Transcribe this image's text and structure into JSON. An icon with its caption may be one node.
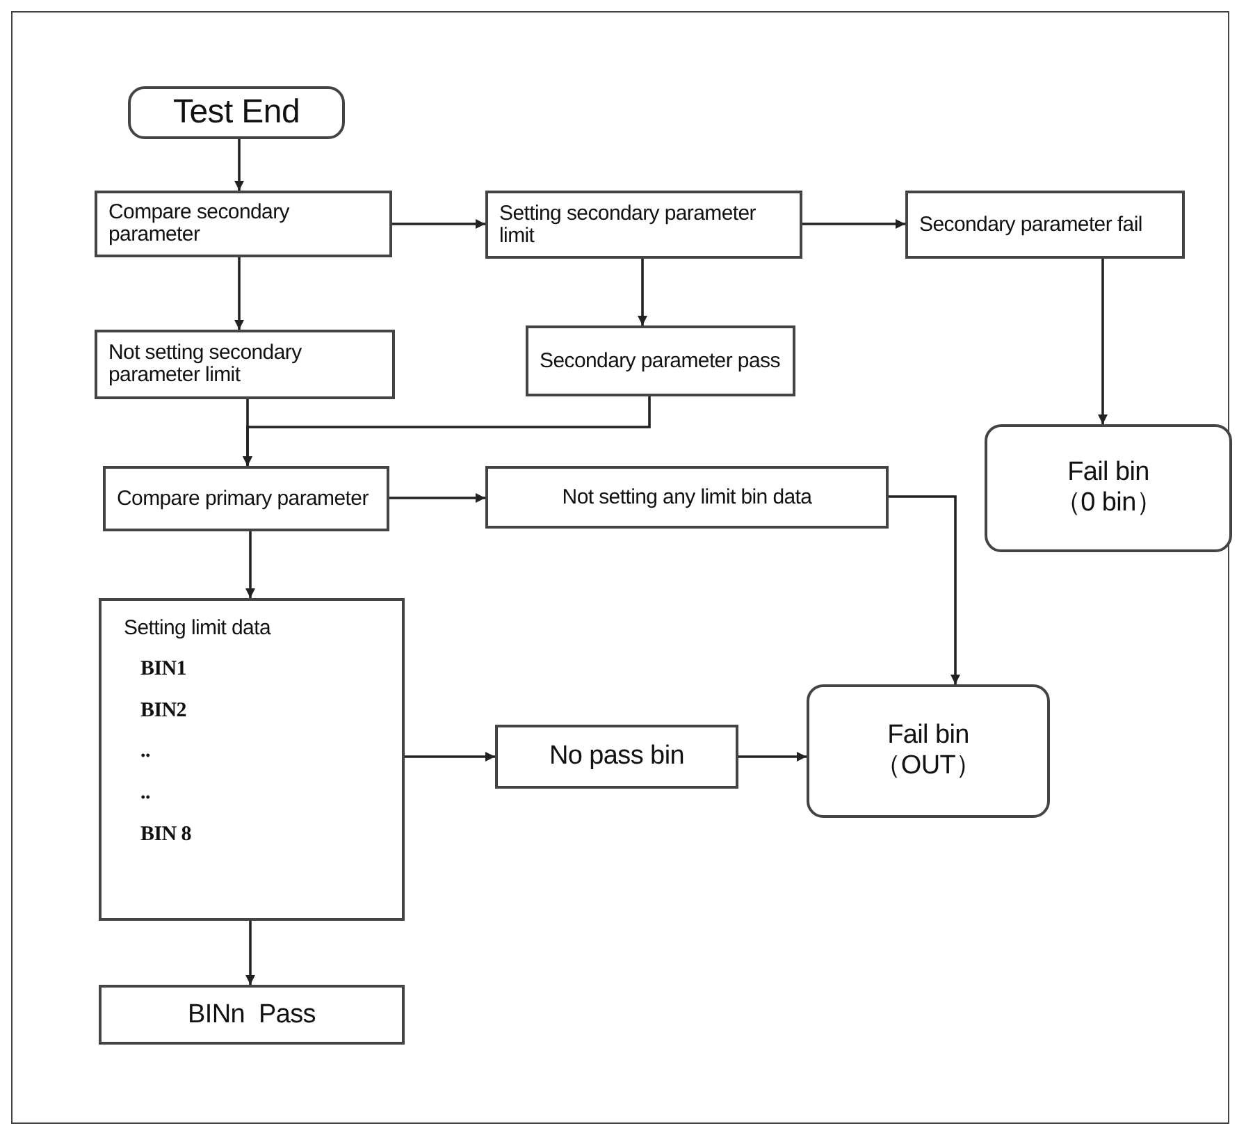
{
  "diagram": {
    "nodes": [
      {
        "text": [
          "Test End"
        ]
      },
      {
        "text": [
          "Compare secondary parameter"
        ]
      },
      {
        "text": [
          "Setting secondary parameter limit"
        ]
      },
      {
        "text": [
          "Secondary parameter fail"
        ]
      },
      {
        "text": [
          "Not setting secondary parameter limit"
        ]
      },
      {
        "text": [
          "Secondary parameter pass"
        ]
      },
      {
        "text": [
          "Compare primary parameter"
        ]
      },
      {
        "text": [
          "Not setting any limit bin data"
        ]
      },
      {
        "text": [
          "Fail bin",
          "（0 bin）"
        ]
      },
      {
        "text": [
          "Setting limit data",
          "BIN1",
          "BIN2",
          "..",
          "..",
          "BIN 8"
        ]
      },
      {
        "text": [
          "No pass bin"
        ]
      },
      {
        "text": [
          "Fail bin",
          "（OUT）"
        ]
      },
      {
        "text": [
          "BINn  Pass"
        ]
      }
    ],
    "edges": [
      {
        "from": 0,
        "to": 1,
        "arrow": "to"
      },
      {
        "from": 1,
        "to": 2,
        "arrow": "to"
      },
      {
        "from": 2,
        "to": 3,
        "arrow": "to"
      },
      {
        "from": 1,
        "to": 4,
        "arrow": "to"
      },
      {
        "from": 2,
        "to": 5,
        "arrow": "to"
      },
      {
        "from": 3,
        "to": 8,
        "arrow": "to"
      },
      {
        "from": 4,
        "to": 6,
        "arrow": "to"
      },
      {
        "from": 5,
        "to": 6,
        "arrow": "to"
      },
      {
        "from": 6,
        "to": 7,
        "arrow": "to"
      },
      {
        "from": 6,
        "to": 9,
        "arrow": "to"
      },
      {
        "from": 7,
        "to": 11,
        "arrow": "to"
      },
      {
        "from": 9,
        "to": 10,
        "arrow": "to"
      },
      {
        "from": 10,
        "to": 11,
        "arrow": "to"
      },
      {
        "from": 9,
        "to": 12,
        "arrow": "to"
      }
    ]
  }
}
